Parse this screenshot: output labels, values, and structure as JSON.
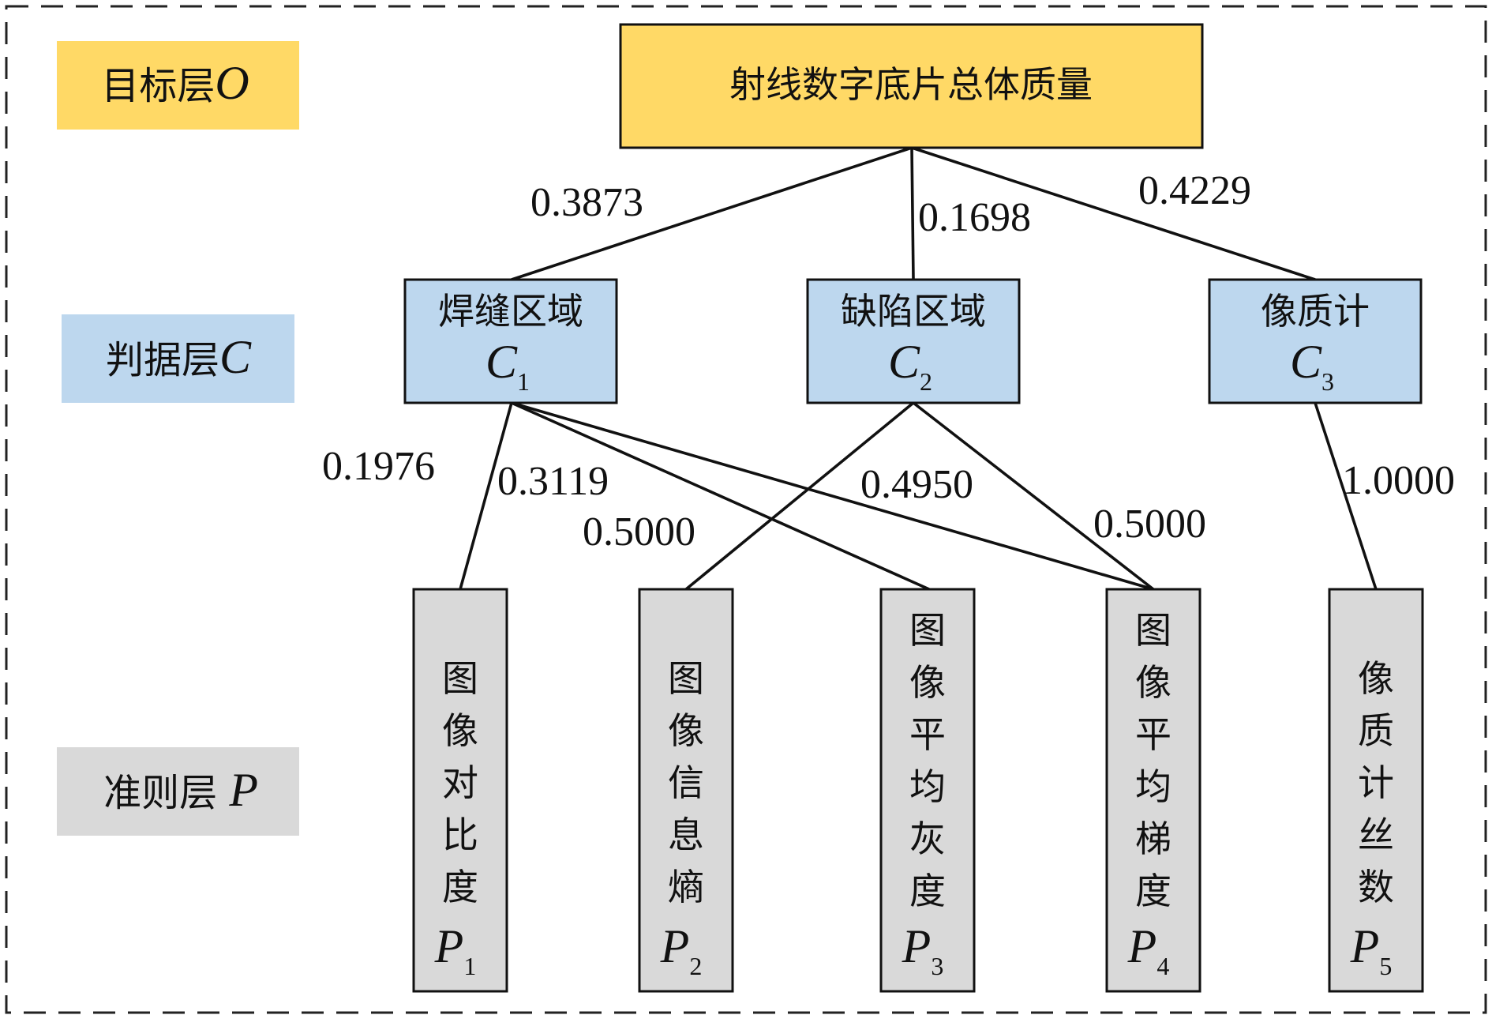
{
  "layers": {
    "goal": {
      "label": "目标层",
      "symbol": "O",
      "color": "#FFD966"
    },
    "criteria": {
      "label": "判据层",
      "symbol": "C",
      "color": "#BDD7EE"
    },
    "indicator": {
      "label": "准则层 ",
      "symbol": "P",
      "color": "#D9D9D9"
    }
  },
  "goal_node": {
    "label": "射线数字底片总体质量",
    "color": "#FFD966"
  },
  "criteria_nodes": [
    {
      "label": "焊缝区域",
      "symbol": "C",
      "sub": "1",
      "color": "#BDD7EE"
    },
    {
      "label": "缺陷区域",
      "symbol": "C",
      "sub": "2",
      "color": "#BDD7EE"
    },
    {
      "label": "像质计",
      "symbol": "C",
      "sub": "3",
      "color": "#BDD7EE"
    }
  ],
  "indicator_nodes": [
    {
      "label": "图像对比度",
      "symbol": "P",
      "sub": "1",
      "color": "#D9D9D9"
    },
    {
      "label": "图像信息熵",
      "symbol": "P",
      "sub": "2",
      "color": "#D9D9D9"
    },
    {
      "label": "图像平均灰度",
      "symbol": "P",
      "sub": "3",
      "color": "#D9D9D9"
    },
    {
      "label": "图像平均梯度",
      "symbol": "P",
      "sub": "4",
      "color": "#D9D9D9"
    },
    {
      "label": "像质计丝数",
      "symbol": "P",
      "sub": "5",
      "color": "#D9D9D9"
    }
  ],
  "edges": [
    {
      "from": "O",
      "to": "C1",
      "weight": "0.3873"
    },
    {
      "from": "O",
      "to": "C2",
      "weight": "0.1698"
    },
    {
      "from": "O",
      "to": "C3",
      "weight": "0.4229"
    },
    {
      "from": "C1",
      "to": "P1",
      "weight": "0.1976"
    },
    {
      "from": "C1",
      "to": "P3",
      "weight": "0.3119"
    },
    {
      "from": "C1",
      "to": "P4",
      "weight": "0.4950"
    },
    {
      "from": "C2",
      "to": "P2",
      "weight": "0.5000"
    },
    {
      "from": "C2",
      "to": "P4",
      "weight": "0.5000"
    },
    {
      "from": "C3",
      "to": "P5",
      "weight": "1.0000"
    }
  ]
}
